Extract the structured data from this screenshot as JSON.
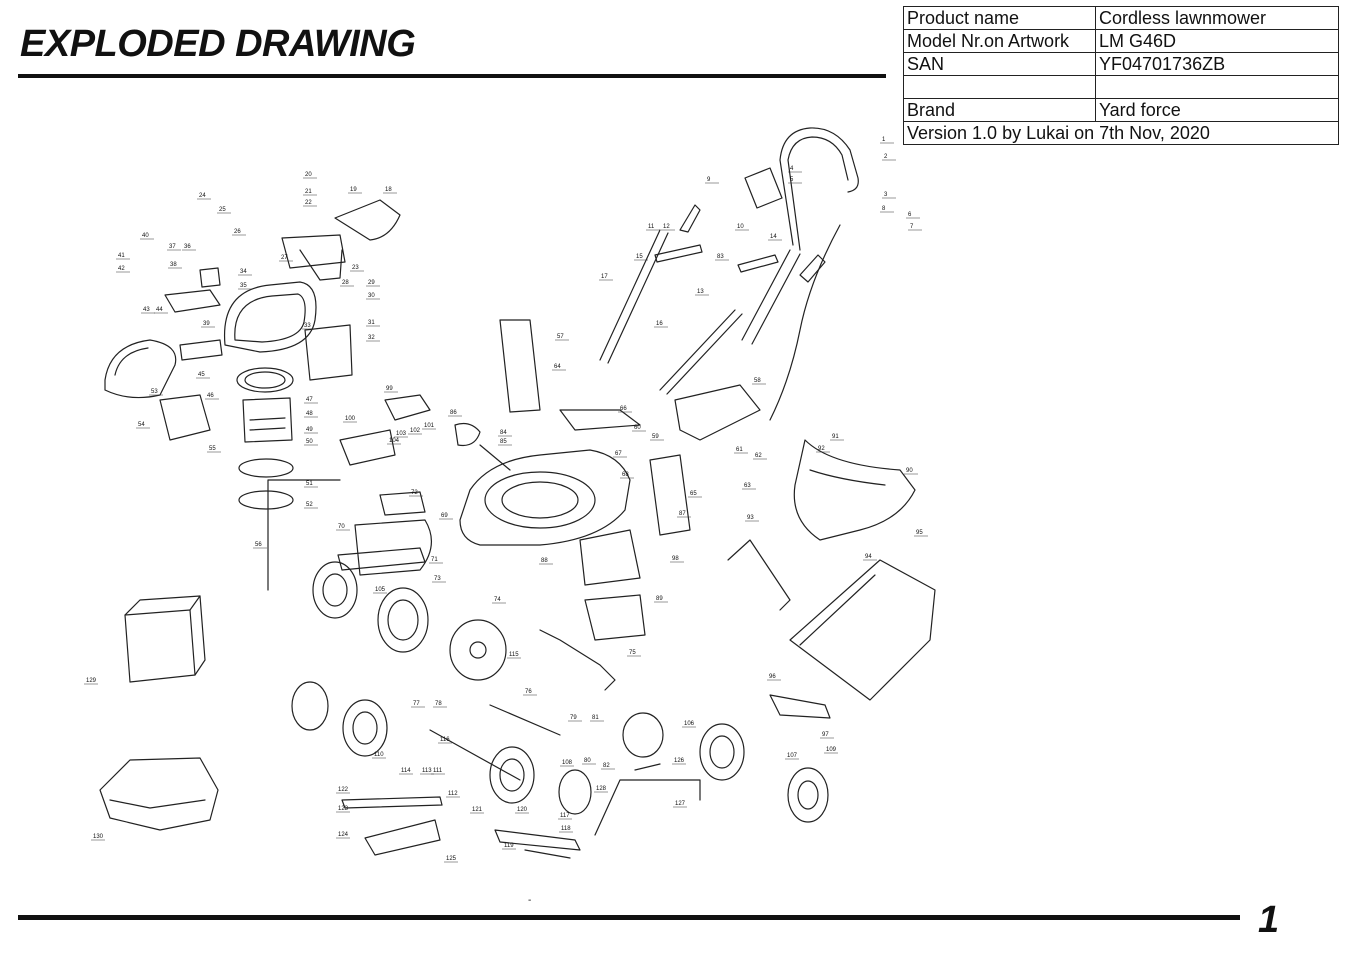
{
  "header": {
    "title": "EXPLODED DRAWING"
  },
  "info_table": {
    "rows": [
      {
        "label": "Product name",
        "value": "Cordless lawnmower"
      },
      {
        "label": "Model Nr.on Artwork",
        "value": "LM G46D"
      },
      {
        "label": "SAN",
        "value": "YF04701736ZB"
      },
      {
        "label": "",
        "value": ""
      },
      {
        "label": "Brand",
        "value": "Yard force"
      }
    ],
    "version": "Version 1.0 by Lukai on 7th Nov, 2020"
  },
  "footer": {
    "page_number": "1",
    "center_mark": "-"
  },
  "callouts": [
    "1",
    "2",
    "3",
    "4",
    "5",
    "6",
    "7",
    "8",
    "9",
    "10",
    "11",
    "12",
    "13",
    "14",
    "15",
    "16",
    "17",
    "18",
    "19",
    "20",
    "21",
    "22",
    "23",
    "24",
    "25",
    "26",
    "27",
    "28",
    "29",
    "30",
    "31",
    "32",
    "33",
    "34",
    "35",
    "36",
    "37",
    "38",
    "39",
    "40",
    "41",
    "42",
    "43",
    "44",
    "45",
    "46",
    "47",
    "48",
    "49",
    "50",
    "51",
    "52",
    "53",
    "54",
    "55",
    "56",
    "57",
    "58",
    "59",
    "60",
    "61",
    "62",
    "63",
    "64",
    "65",
    "66",
    "67",
    "68",
    "69",
    "70",
    "71",
    "72",
    "73",
    "74",
    "75",
    "76",
    "77",
    "78",
    "79",
    "80",
    "81",
    "82",
    "83",
    "84",
    "85",
    "86",
    "87",
    "88",
    "89",
    "90",
    "91",
    "92",
    "93",
    "94",
    "95",
    "96",
    "97",
    "98",
    "99",
    "100",
    "101",
    "102",
    "103",
    "104",
    "105",
    "106",
    "107",
    "108",
    "109",
    "110",
    "111",
    "112",
    "113",
    "114",
    "115",
    "116",
    "117",
    "118",
    "119",
    "120",
    "121",
    "122",
    "123",
    "124",
    "125",
    "126",
    "127",
    "128",
    "129",
    "130"
  ]
}
